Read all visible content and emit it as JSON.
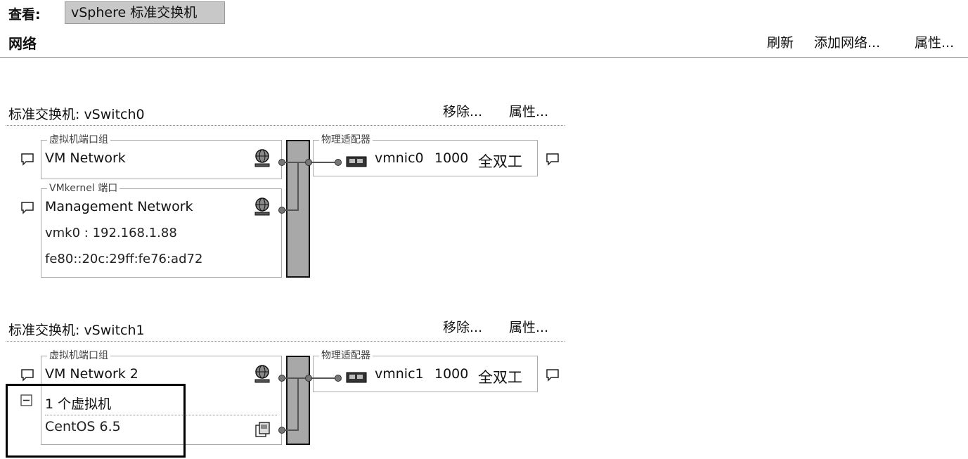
{
  "header": {
    "view_label": "查看:",
    "view_value": "vSphere 标准交换机",
    "section_title": "网络",
    "refresh": "刷新",
    "add_network": "添加网络...",
    "properties": "属性..."
  },
  "switches": [
    {
      "title": "标准交换机: vSwitch0",
      "remove": "移除...",
      "properties": "属性...",
      "vm_group_legend": "虚拟机端口组",
      "vm_port_name": "VM Network",
      "vmkernel_legend": "VMkernel 端口",
      "vmkernel_name": "Management Network",
      "vmk_ip": "vmk0 : 192.168.1.88",
      "vmk_ipv6": "fe80::20c:29ff:fe76:ad72",
      "adapter_legend": "物理适配器",
      "nic_name": "vmnic0",
      "nic_speed": "1000",
      "nic_duplex": "全双工"
    },
    {
      "title": "标准交换机: vSwitch1",
      "remove": "移除...",
      "properties": "属性...",
      "vm_group_legend": "虚拟机端口组",
      "vm_port_name": "VM Network 2",
      "vm_count": "1 个虚拟机",
      "vm_name": "CentOS 6.5",
      "adapter_legend": "物理适配器",
      "nic_name": "vmnic1",
      "nic_speed": "1000",
      "nic_duplex": "全双工"
    }
  ],
  "icons": {
    "comment": "comment-icon",
    "network": "network-globe-icon",
    "nic": "physical-nic-icon",
    "vm": "virtual-machine-icon",
    "collapse": "collapse-minus-icon"
  }
}
